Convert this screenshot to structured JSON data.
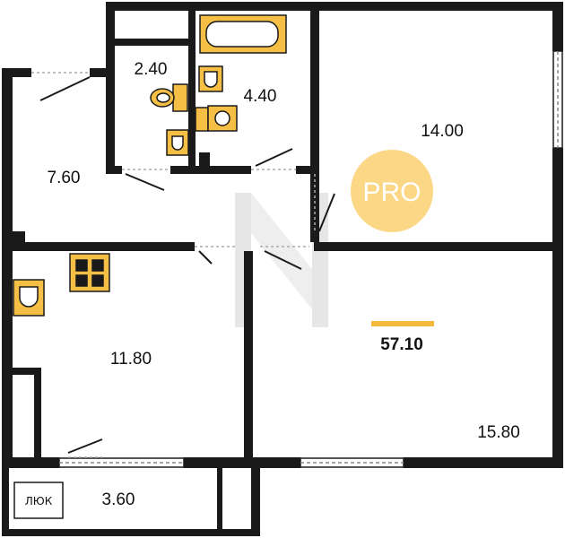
{
  "plan": {
    "total_area": "57.10",
    "badge": "PRO",
    "hatch_label": "ЛЮК",
    "rooms": [
      {
        "id": "wc",
        "area": "2.40"
      },
      {
        "id": "bathroom",
        "area": "4.40"
      },
      {
        "id": "hallway",
        "area": "7.60"
      },
      {
        "id": "bedroom",
        "area": "14.00"
      },
      {
        "id": "kitchen",
        "area": "11.80"
      },
      {
        "id": "living-room",
        "area": "15.80"
      },
      {
        "id": "balcony",
        "area": "3.60"
      }
    ]
  },
  "colors": {
    "wall": "#1a1a1a",
    "fixture": "#f5bf45",
    "badge": "#fcd886",
    "accent_bar": "#f3b93c",
    "watermark": "#c9c9c9"
  }
}
